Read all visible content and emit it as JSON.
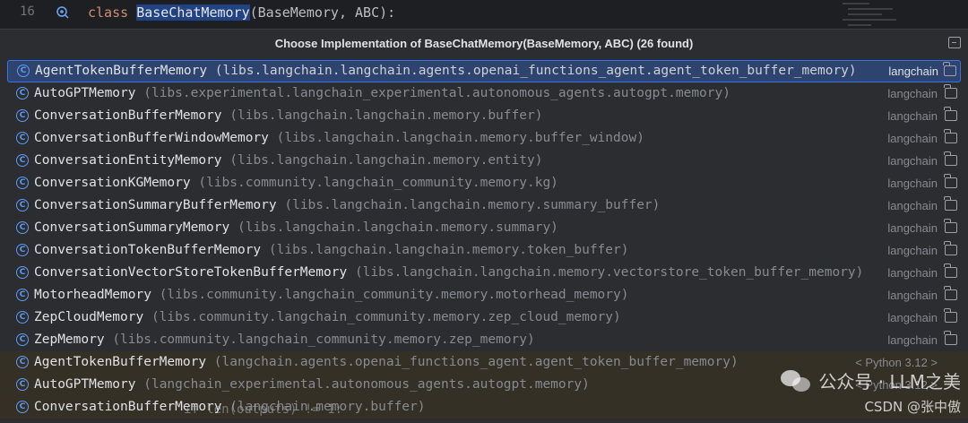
{
  "editor": {
    "line_number": "16",
    "code_keyword": "class ",
    "code_class": "BaseChatMemory",
    "code_rest": "(BaseMemory, ABC):"
  },
  "popup": {
    "title": "Choose Implementation of BaseChatMemory(BaseMemory, ABC) (26 found)",
    "items": [
      {
        "name": "AgentTokenBufferMemory",
        "path": "(libs.langchain.langchain.agents.openai_functions_agent.agent_token_buffer_memory)",
        "source": "langchain"
      },
      {
        "name": "AutoGPTMemory",
        "path": "(libs.experimental.langchain_experimental.autonomous_agents.autogpt.memory)",
        "source": "langchain"
      },
      {
        "name": "ConversationBufferMemory",
        "path": "(libs.langchain.langchain.memory.buffer)",
        "source": "langchain"
      },
      {
        "name": "ConversationBufferWindowMemory",
        "path": "(libs.langchain.langchain.memory.buffer_window)",
        "source": "langchain"
      },
      {
        "name": "ConversationEntityMemory",
        "path": "(libs.langchain.langchain.memory.entity)",
        "source": "langchain"
      },
      {
        "name": "ConversationKGMemory",
        "path": "(libs.community.langchain_community.memory.kg)",
        "source": "langchain"
      },
      {
        "name": "ConversationSummaryBufferMemory",
        "path": "(libs.langchain.langchain.memory.summary_buffer)",
        "source": "langchain"
      },
      {
        "name": "ConversationSummaryMemory",
        "path": "(libs.langchain.langchain.memory.summary)",
        "source": "langchain"
      },
      {
        "name": "ConversationTokenBufferMemory",
        "path": "(libs.langchain.langchain.memory.token_buffer)",
        "source": "langchain"
      },
      {
        "name": "ConversationVectorStoreTokenBufferMemory",
        "path": "(libs.langchain.langchain.memory.vectorstore_token_buffer_memory)",
        "source": "langchain"
      },
      {
        "name": "MotorheadMemory",
        "path": "(libs.community.langchain_community.memory.motorhead_memory)",
        "source": "langchain"
      },
      {
        "name": "ZepCloudMemory",
        "path": "(libs.community.langchain_community.memory.zep_cloud_memory)",
        "source": "langchain"
      },
      {
        "name": "ZepMemory",
        "path": "(libs.community.langchain_community.memory.zep_memory)",
        "source": "langchain"
      },
      {
        "name": "AgentTokenBufferMemory",
        "path": "(langchain.agents.openai_functions_agent.agent_token_buffer_memory)",
        "source": "< Python 3.12 >"
      },
      {
        "name": "AutoGPTMemory",
        "path": "(langchain_experimental.autonomous_agents.autogpt.memory)",
        "source": "< Python 3.12 >"
      },
      {
        "name": "ConversationBufferMemory",
        "path": "(langchain.memory.buffer)",
        "source": ""
      }
    ]
  },
  "under_code": "if len(outputs) != 1:",
  "watermark": {
    "line1": "公众号 · LLM之美",
    "line2": "CSDN @张中傲"
  }
}
